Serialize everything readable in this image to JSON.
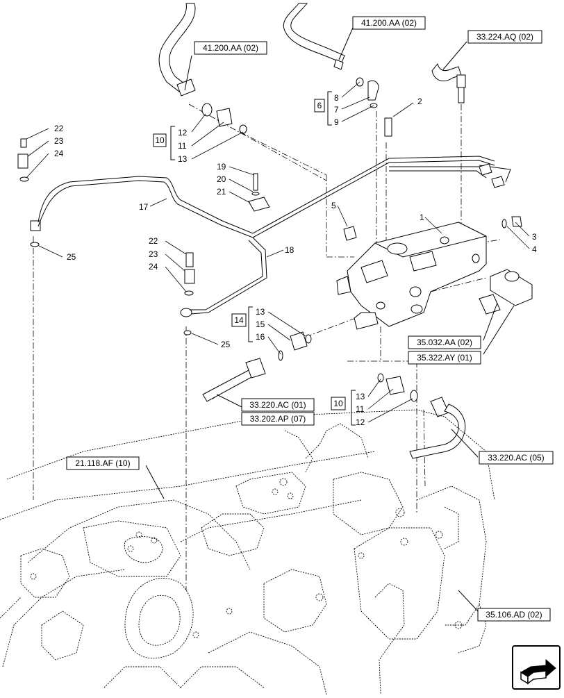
{
  "references": [
    "41.200.AA (02)",
    "41.200.AA (02)",
    "33.224.AQ (02)",
    "35.032.AA (02)",
    "35.322.AY (01)",
    "33.220.AC (01)",
    "33.202.AP (07)",
    "33.220.AC (05)",
    "21.118.AF (10)",
    "35.106.AD (02)"
  ],
  "groups": [
    "10",
    "6",
    "14",
    "10"
  ],
  "callouts": [
    "22",
    "23",
    "24",
    "25",
    "17",
    "12",
    "11",
    "13",
    "19",
    "20",
    "21",
    "8",
    "7",
    "9",
    "2",
    "5",
    "1",
    "3",
    "4",
    "22",
    "23",
    "24",
    "18",
    "25",
    "13",
    "15",
    "16",
    "13",
    "11",
    "12"
  ],
  "icons": {
    "nav": "next-page-arrow-icon"
  }
}
